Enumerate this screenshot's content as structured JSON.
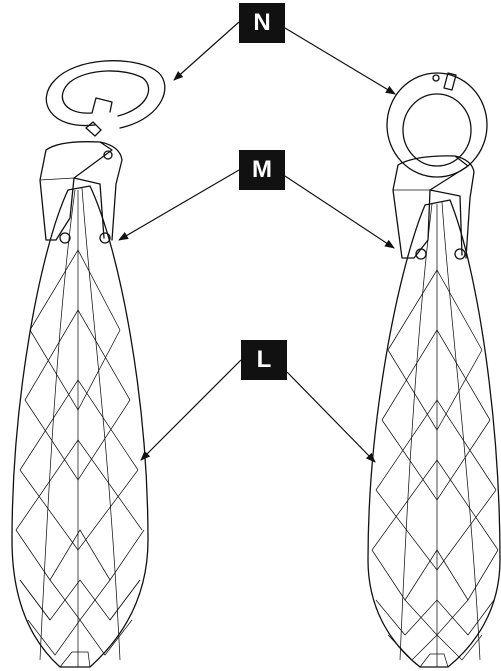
{
  "labels": {
    "n": "N",
    "m": "M",
    "l": "L"
  },
  "colors": {
    "ink": "#111111",
    "background": "#ffffff",
    "label_box": "#111111",
    "label_text": "#ffffff"
  }
}
